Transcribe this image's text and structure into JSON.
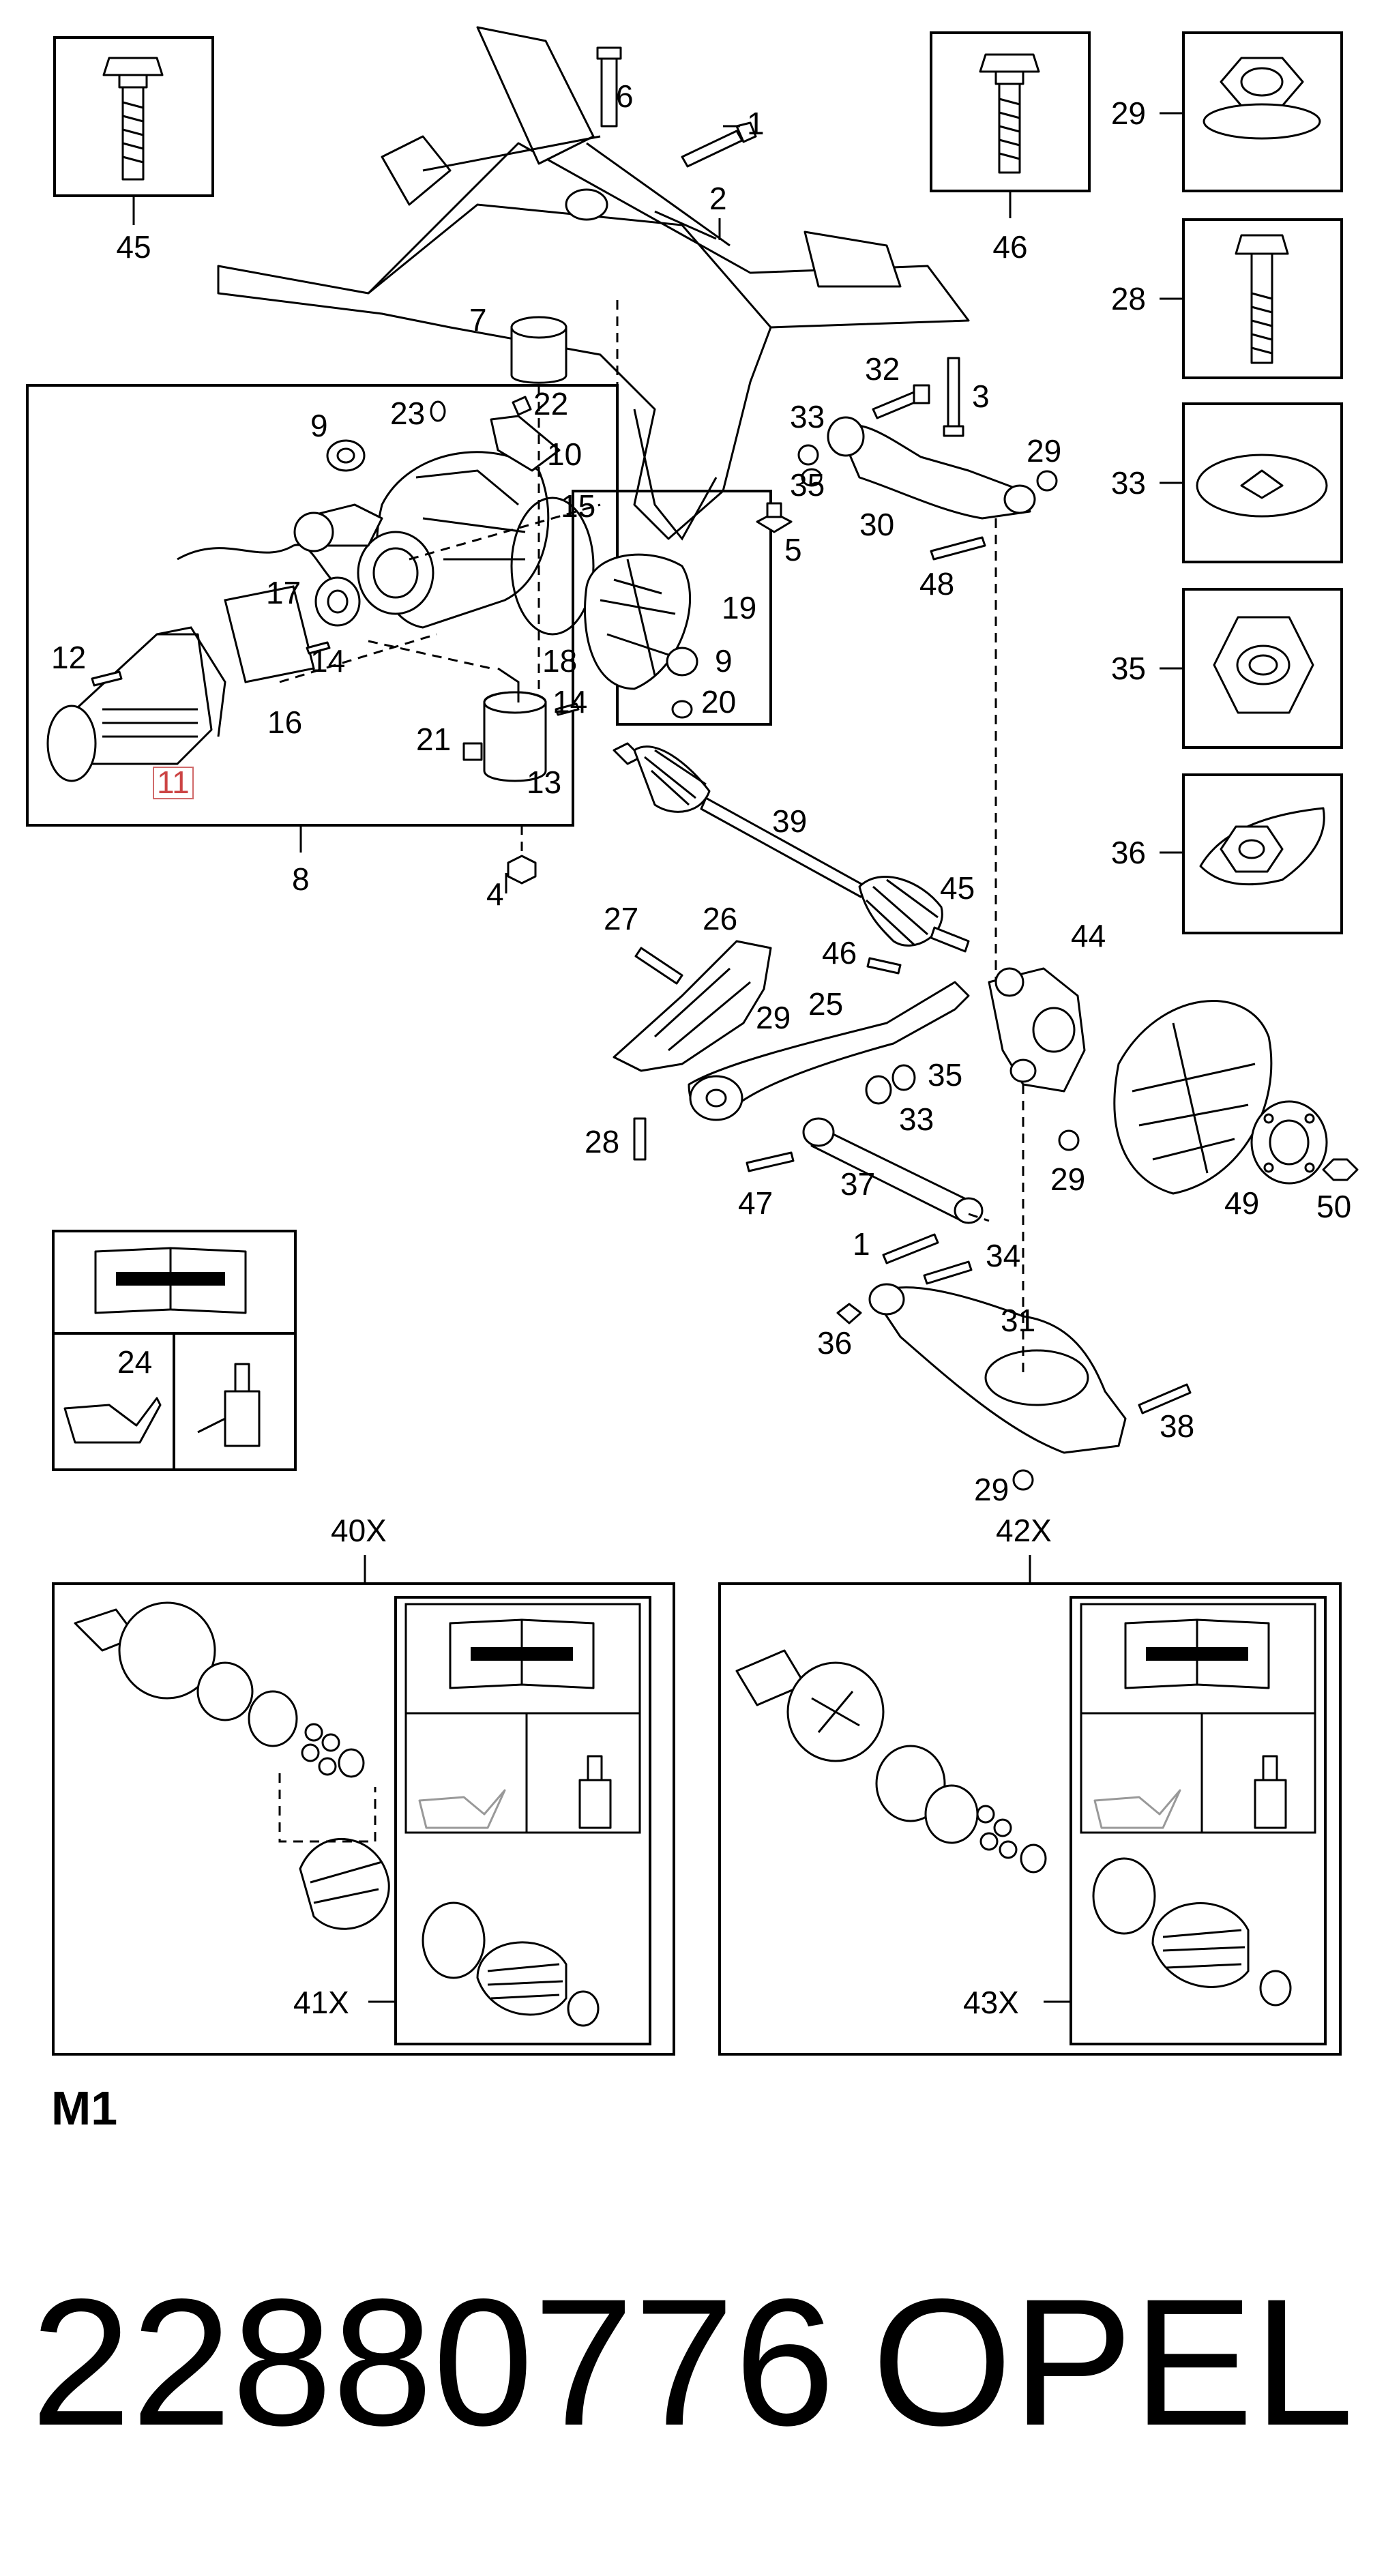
{
  "diagram": {
    "sheet_label": "M1",
    "part_number": "22880776",
    "brand": "OPEL",
    "callouts": [
      "1",
      "2",
      "3",
      "4",
      "5",
      "6",
      "7",
      "8",
      "9",
      "10",
      "11",
      "12",
      "13",
      "14",
      "15",
      "16",
      "17",
      "18",
      "19",
      "20",
      "21",
      "22",
      "23",
      "24",
      "25",
      "26",
      "27",
      "28",
      "29",
      "30",
      "31",
      "32",
      "33",
      "34",
      "35",
      "36",
      "37",
      "38",
      "39",
      "40X",
      "41X",
      "42X",
      "43X",
      "44",
      "45",
      "46",
      "47",
      "48",
      "49",
      "50"
    ],
    "detail_boxes": [
      "45",
      "46",
      "29",
      "28",
      "33",
      "35",
      "36"
    ],
    "subassembly_labels": {
      "left_group": "8",
      "kit_left": "40X",
      "kit_left_boot": "41X",
      "kit_right": "42X",
      "kit_right_boot": "43X",
      "service_info": "24",
      "highlighted": "11"
    },
    "icons": [
      "repair-manual-icon",
      "oil-can-icon",
      "grease-cartridge-icon"
    ]
  }
}
